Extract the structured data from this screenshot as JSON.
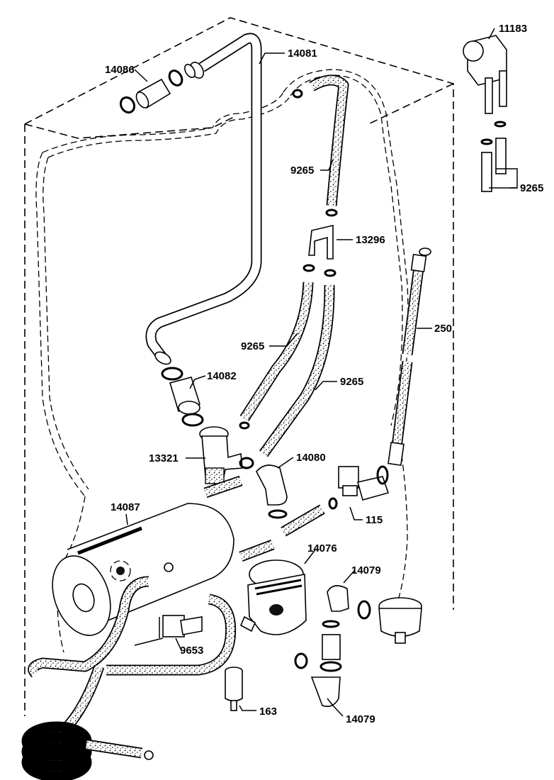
{
  "diagram": {
    "callouts": {
      "p11183": "11183",
      "p14081": "14081",
      "p14086": "14086",
      "p9265_top": "9265",
      "p9265_right": "9265",
      "p13296": "13296",
      "p250": "250",
      "p9265_mid_left": "9265",
      "p9265_mid_right": "9265",
      "p14082": "14082",
      "p13321": "13321",
      "p14080": "14080",
      "p14087": "14087",
      "p115": "115",
      "p14076": "14076",
      "p14079_upper": "14079",
      "p14079_lower": "14079",
      "p9653": "9653",
      "p163": "163"
    }
  }
}
